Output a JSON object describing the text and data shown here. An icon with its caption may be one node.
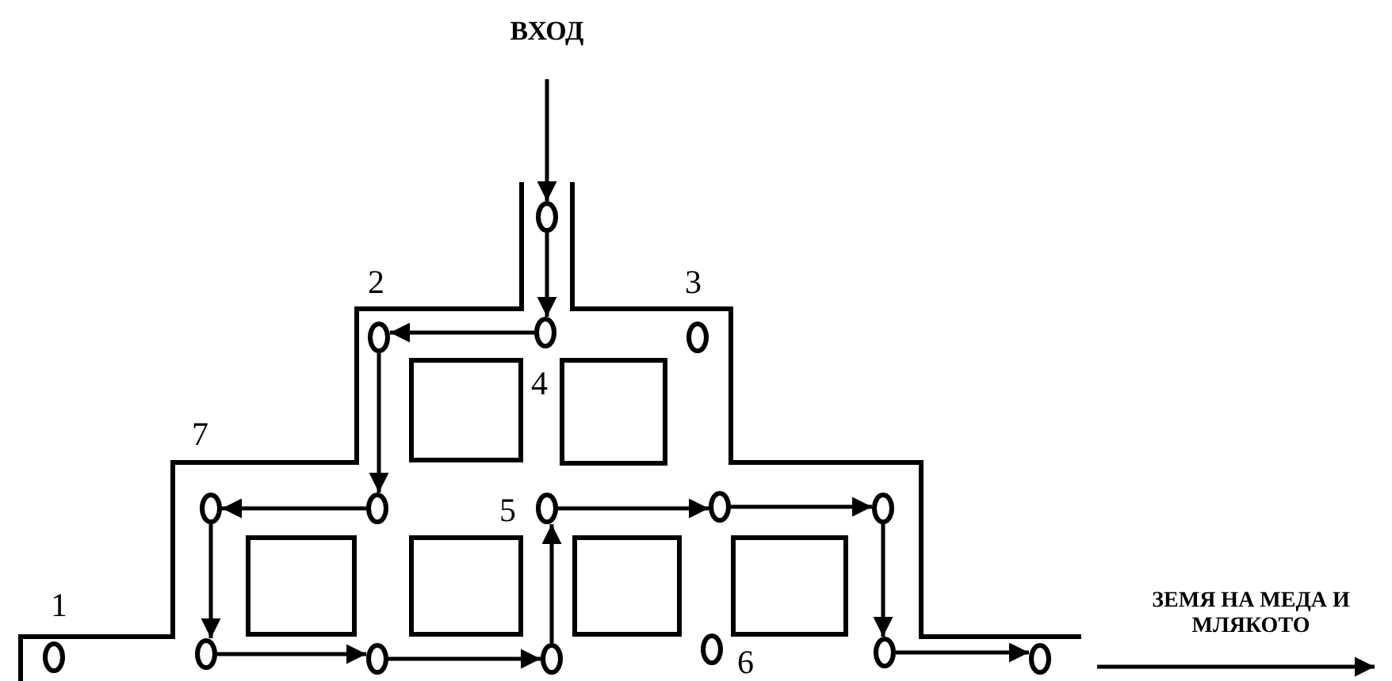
{
  "diagram": {
    "nodes": [
      {
        "text": [
          "ВХОД"
        ]
      },
      {
        "text": [],
        "shape": "circle"
      },
      {
        "text": [],
        "shape": "circle"
      },
      {
        "text": [],
        "shape": "circle"
      },
      {
        "text": [],
        "shape": "circle"
      },
      {
        "text": [],
        "shape": "box"
      },
      {
        "text": [],
        "shape": "box"
      },
      {
        "text": [],
        "shape": "circle"
      },
      {
        "text": [],
        "shape": "circle"
      },
      {
        "text": [],
        "shape": "circle"
      },
      {
        "text": [],
        "shape": "circle"
      },
      {
        "text": [],
        "shape": "circle"
      },
      {
        "text": [],
        "shape": "box"
      },
      {
        "text": [],
        "shape": "box"
      },
      {
        "text": [],
        "shape": "box"
      },
      {
        "text": [],
        "shape": "box"
      },
      {
        "text": [],
        "shape": "circle"
      },
      {
        "text": [],
        "shape": "circle"
      },
      {
        "text": [],
        "shape": "circle"
      },
      {
        "text": [],
        "shape": "circle"
      },
      {
        "text": [],
        "shape": "circle"
      },
      {
        "text": [],
        "shape": "circle"
      },
      {
        "text": [],
        "shape": "circle"
      },
      {
        "text": [
          "ЗЕМЯ НА МЕДА И МЛЯКОТО"
        ]
      }
    ],
    "edges": [
      {
        "from": 0,
        "to": 1,
        "arrow": "to"
      },
      {
        "from": 1,
        "to": 3,
        "arrow": "to"
      },
      {
        "from": 3,
        "to": 2,
        "arrow": "to"
      },
      {
        "from": 2,
        "to": 8,
        "arrow": "to"
      },
      {
        "from": 8,
        "to": 7,
        "arrow": "to"
      },
      {
        "from": 7,
        "to": 17,
        "arrow": "to"
      },
      {
        "from": 17,
        "to": 18,
        "arrow": "to"
      },
      {
        "from": 18,
        "to": 19,
        "arrow": "to"
      },
      {
        "from": 19,
        "to": 9,
        "arrow": "to"
      },
      {
        "from": 9,
        "to": 10,
        "arrow": "to"
      },
      {
        "from": 10,
        "to": 11,
        "arrow": "to"
      },
      {
        "from": 11,
        "to": 21,
        "arrow": "to"
      },
      {
        "from": 21,
        "to": 22,
        "arrow": "to"
      },
      {
        "from": null,
        "to": 23,
        "arrow": "to"
      }
    ],
    "labels": [
      "2",
      "3",
      "4",
      "7",
      "5",
      "1",
      "6"
    ]
  }
}
